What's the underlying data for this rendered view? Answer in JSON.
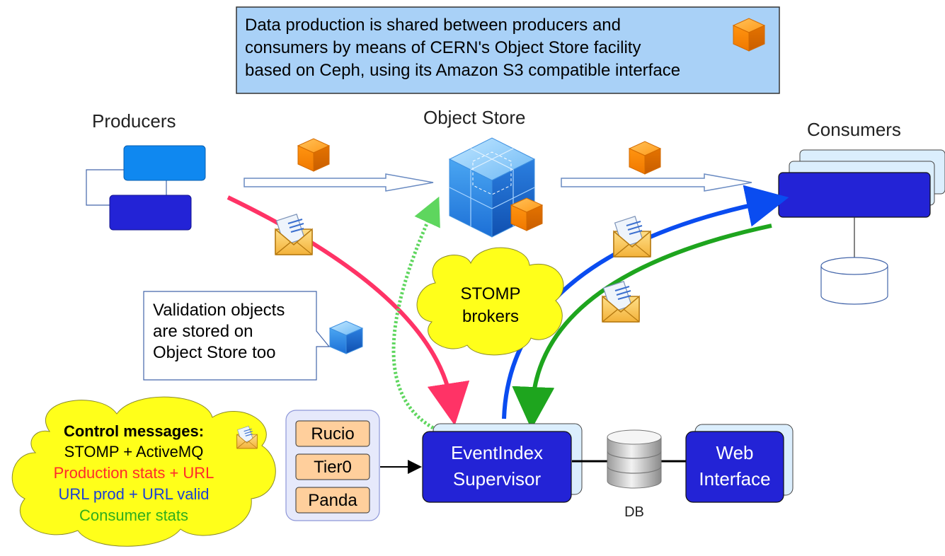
{
  "banner": {
    "lines": [
      "Data production is shared between producers and",
      "consumers by means of CERN's Object Store facility",
      "based on Ceph, using its Amazon S3 compatible interface"
    ]
  },
  "labels": {
    "producers": "Producers",
    "object_store": "Object Store",
    "consumers": "Consumers",
    "db": "DB"
  },
  "brokers": {
    "line1": "STOMP",
    "line2": "brokers"
  },
  "validation_note": {
    "lines": [
      "Validation objects",
      "are stored on",
      "Object Store too"
    ]
  },
  "sources": [
    "Rucio",
    "Tier0",
    "Panda"
  ],
  "supervisor": {
    "line1": "EventIndex",
    "line2": "Supervisor"
  },
  "web_interface": {
    "line1": "Web",
    "line2": "Interface"
  },
  "control_messages": {
    "title": "Control messages:",
    "items": [
      {
        "text": "STOMP + ActiveMQ",
        "color": "#000000"
      },
      {
        "text": "Production stats + URL",
        "color": "#ff2a2a"
      },
      {
        "text": "URL prod + URL valid",
        "color": "#1a3fd6"
      },
      {
        "text": "Consumer stats",
        "color": "#2fae1c"
      }
    ]
  },
  "colors": {
    "banner_fill": "#a9d1f7",
    "producer_flow": "#ff3366",
    "supervisor_to_consumer": "#0a4cf0",
    "consumer_to_supervisor": "#1ea51e",
    "validation_flow": "#5ed65e",
    "node_dark_blue": "#2323d6",
    "node_light_blue": "#0f88f0",
    "cube_orange": "#ff8800",
    "cloud_yellow": "#ffff1a"
  }
}
